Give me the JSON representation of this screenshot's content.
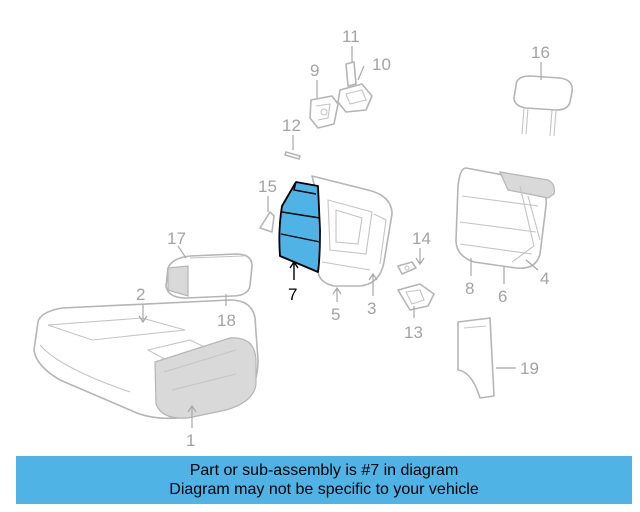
{
  "callouts": [
    "1",
    "2",
    "3",
    "4",
    "5",
    "6",
    "7",
    "8",
    "9",
    "10",
    "11",
    "12",
    "13",
    "14",
    "15",
    "16",
    "17",
    "18",
    "19"
  ],
  "highlighted_part": "7",
  "colors": {
    "highlight": "#4fb3e6",
    "banner": "#4fb3e6",
    "part_lines": "#b5b5b5"
  },
  "banner": {
    "line1": "Part or sub-assembly is #7 in diagram",
    "line2": "Diagram may not be specific to your vehicle"
  }
}
